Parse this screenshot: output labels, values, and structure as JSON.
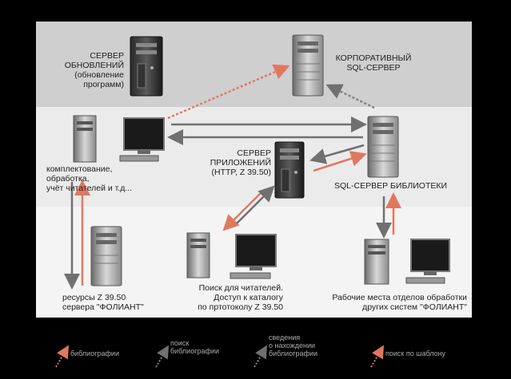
{
  "nodes": {
    "update_server": "СЕРВЕР\nОБНОВЛЕНИЙ\n(обновление\nпрограмм)",
    "corp_sql": "КОРПОРАТИВНЫЙ\nSQL-СЕРВЕР",
    "workstation": "комплектование,\nобработка,\nучёт читателей и т.д...",
    "app_server": "СЕРВЕР\nПРИЛОЖЕНИЙ\n(HTTP, Z 39.50)",
    "library_sql": "SQL-СЕРВЕР БИБЛИОТЕКИ",
    "z3950_resources": "ресурсы Z 39.50\nсервера \"ФОЛИАНТ\"",
    "reader_search": "Поиск для читателей.\nДоступ к каталогу\nпо пртотоколу Z 39.50",
    "other_workplaces": "Рабочие места отделов обработки\nдругих систем \"ФОЛИАНТ\""
  },
  "legend": [
    {
      "label": "библиографии",
      "color": "#e07860"
    },
    {
      "label": "поиск\nбиблиографии",
      "color": "#888888"
    },
    {
      "label": "сведения\nо нахождении\nбиблиографии",
      "color": "#888888"
    },
    {
      "label": "поиск по шаблону",
      "color": "#e07860"
    }
  ],
  "colors": {
    "red_arrow": "#e07860",
    "gray_arrow": "#808080"
  }
}
